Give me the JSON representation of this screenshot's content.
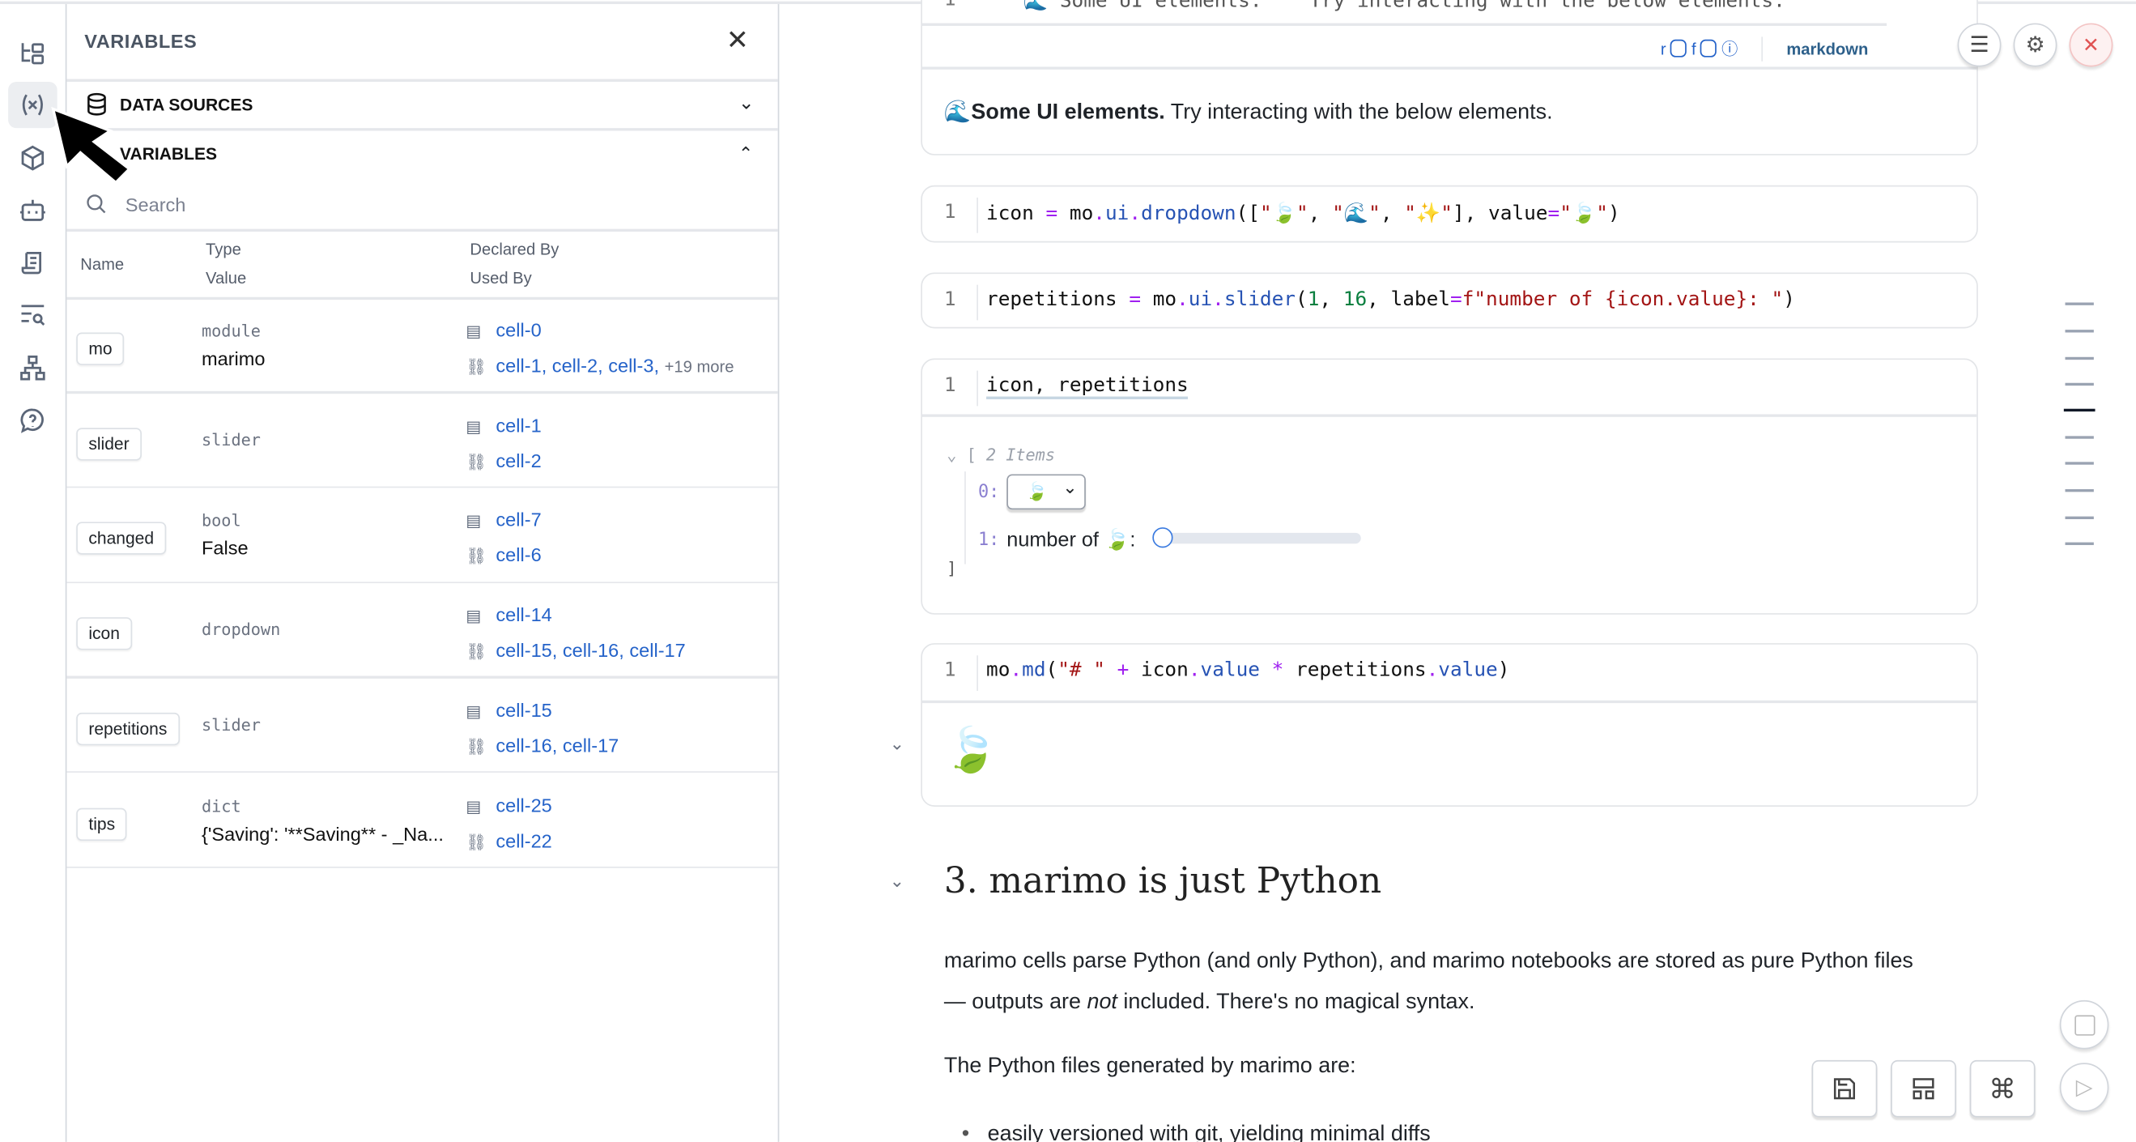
{
  "sidebar_icons": [
    "file-tree-icon",
    "variables-icon",
    "package-icon",
    "robot-icon",
    "scroll-icon",
    "search-list-icon",
    "dependency-graph-icon",
    "help-icon"
  ],
  "panel": {
    "title": "VARIABLES",
    "data_sources_label": "DATA SOURCES",
    "variables_label": "VARIABLES",
    "search_placeholder": "Search",
    "columns": {
      "name": "Name",
      "type": "Type",
      "value": "Value",
      "declared_by": "Declared By",
      "used_by": "Used By"
    },
    "rows": [
      {
        "name": "mo",
        "type": "module",
        "value": "marimo",
        "declared_by": [
          "cell-0"
        ],
        "used_by": [
          "cell-1",
          "cell-2",
          "cell-3"
        ],
        "more": "+19 more"
      },
      {
        "name": "slider",
        "type": "slider",
        "value": "",
        "declared_by": [
          "cell-1"
        ],
        "used_by": [
          "cell-2"
        ]
      },
      {
        "name": "changed",
        "type": "bool",
        "value": "False",
        "declared_by": [
          "cell-7"
        ],
        "used_by": [
          "cell-6"
        ]
      },
      {
        "name": "icon",
        "type": "dropdown",
        "value": "",
        "declared_by": [
          "cell-14"
        ],
        "used_by": [
          "cell-15",
          "cell-16",
          "cell-17"
        ]
      },
      {
        "name": "repetitions",
        "type": "slider",
        "value": "",
        "declared_by": [
          "cell-15"
        ],
        "used_by": [
          "cell-16",
          "cell-17"
        ]
      },
      {
        "name": "tips",
        "type": "dict",
        "value": "{'Saving': '**Saving** - _Na...",
        "declared_by": [
          "cell-25"
        ],
        "used_by": [
          "cell-22"
        ]
      }
    ]
  },
  "notebook": {
    "cell1": {
      "code_partial": "\"\"\"🌊 Some UI elements.\"\"\" Try interacting with the below elements.",
      "toolbar_left": "r",
      "toolbar_f": "f",
      "language": "markdown",
      "output_bold": "Some UI elements.",
      "output_rest": " Try interacting with the below elements.",
      "output_emoji": "🌊"
    },
    "line_number": "1",
    "cell2_code": "icon = mo.ui.dropdown([\"🍃\", \"🌊\", \"✨\"], value=\"🍃\")",
    "cell3_code": "repetitions = mo.ui.slider(1, 16, label=f\"number of {icon.value}: \")",
    "cell4": {
      "code": "icon, repetitions",
      "tree_header": "2 Items",
      "item0_index": "0:",
      "item0_value": "🍃",
      "item1_index": "1:",
      "item1_label": "number of 🍃:",
      "slider_value": 1,
      "slider_min": 1,
      "slider_max": 16
    },
    "cell5": {
      "code": "mo.md(\"# \" + icon.value * repetitions.value)",
      "output": "🍃"
    },
    "heading": "3. marimo is just Python",
    "para1_line1": "marimo cells parse Python (and only Python), and marimo notebooks are stored as pure Python files",
    "para1_line2_a": "— outputs are ",
    "para1_line2_em": "not",
    "para1_line2_b": " included. There's no magical syntax.",
    "para2": "The Python files generated by marimo are:",
    "bullet1": "easily versioned with git, yielding minimal diffs"
  },
  "top_buttons": [
    "menu-icon",
    "settings-icon",
    "close-icon"
  ],
  "bottom_buttons": [
    "save-icon",
    "layout-icon",
    "command-icon",
    "stop-icon",
    "run-icon"
  ],
  "colors": {
    "link": "#2563c9",
    "keyword": "#2753b4",
    "operator": "#a020f0",
    "string": "#a31515",
    "close_red": "#e05252"
  }
}
